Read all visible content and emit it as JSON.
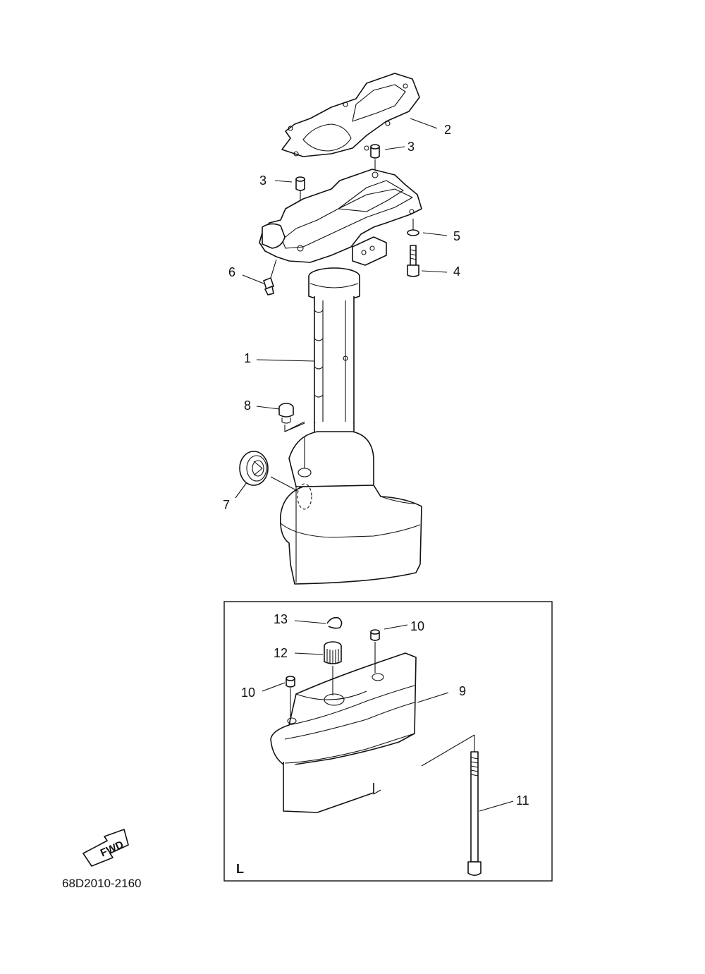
{
  "diagram": {
    "callouts": [
      "1",
      "2",
      "3",
      "3",
      "4",
      "5",
      "6",
      "7",
      "8",
      "9",
      "10",
      "10",
      "11",
      "12",
      "13"
    ],
    "inset_label": "L",
    "direction_label": "FWD",
    "part_code": "68D2010-2160"
  }
}
